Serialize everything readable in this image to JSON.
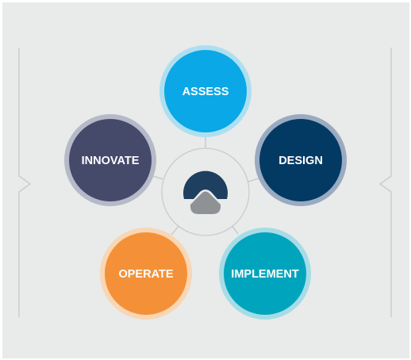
{
  "nodes": [
    {
      "id": "assess",
      "label": "ASSESS",
      "fill": "#0aa8e6",
      "ring": "#aedff1"
    },
    {
      "id": "design",
      "label": "DESIGN",
      "fill": "#033a63",
      "ring": "#9aaac1"
    },
    {
      "id": "implement",
      "label": "IMPLEMENT",
      "fill": "#00a5bd",
      "ring": "#a6dce6"
    },
    {
      "id": "operate",
      "label": "OPERATE",
      "fill": "#f49138",
      "ring": "#f9d6b4"
    },
    {
      "id": "innovate",
      "label": "INNOVATE",
      "fill": "#454a6b",
      "ring": "#b6b9c8"
    }
  ],
  "center_logo": {
    "icon": "arc-logo-icon",
    "top_color": "#1e3f5f",
    "bottom_color": "#8e9295"
  },
  "colors": {
    "background": "#e9eaea",
    "bracket": "#c9cccd",
    "connector": "#c3c6c8",
    "hub_border": "#c9cccd"
  }
}
